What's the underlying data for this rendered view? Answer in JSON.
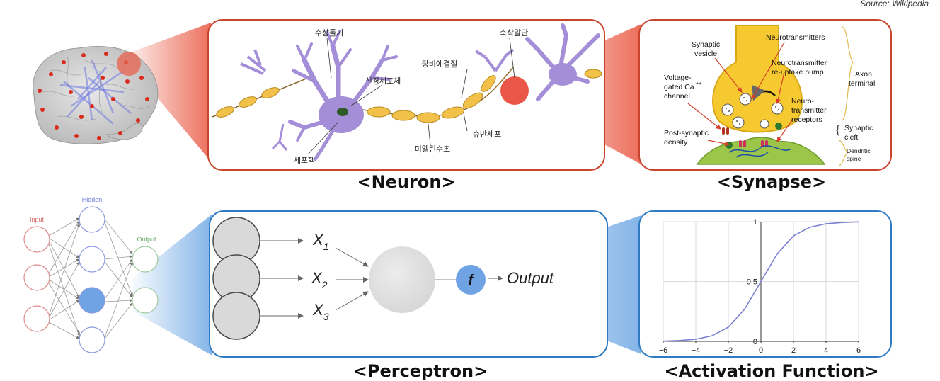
{
  "source": "Source: Wikipedia",
  "captions": {
    "neuron": "<Neuron>",
    "synapse": "<Synapse>",
    "perceptron": "<Perceptron>",
    "activation": "<Activation Function>"
  },
  "neuron_labels": {
    "dendrite": "수상돌기",
    "axon_terminal": "축삭말단",
    "node_of_ranvier": "랑비에결절",
    "cell_body": "신경세포체",
    "schwann_cell": "슈반세포",
    "myelin_sheath": "미엘린수초",
    "nucleus": "세포핵"
  },
  "synapse_labels": {
    "synaptic_vesicle_1": "Synaptic",
    "synaptic_vesicle_2": "vesicle",
    "neurotransmitters": "Neurotransmitters",
    "reuptake_1": "Neurotransmitter",
    "reuptake_2": "re-uptake pump",
    "axon_terminal_1": "Axon",
    "axon_terminal_2": "terminal",
    "voltage_1": "Voltage-",
    "voltage_2": "gated Ca",
    "voltage_sup": "++",
    "voltage_3": "channel",
    "receptors_1": "Neuro-",
    "receptors_2": "transmitter",
    "receptors_3": "receptors",
    "cleft_1": "Synaptic",
    "cleft_2": "cleft",
    "density_1": "Post-synaptic",
    "density_2": "density",
    "spine_1": "Dendritic",
    "spine_2": "spine"
  },
  "network_labels": {
    "input": "Input",
    "hidden": "Hidden",
    "output": "Output"
  },
  "perceptron": {
    "inputs": [
      "X",
      "X",
      "X"
    ],
    "subscripts": [
      "1",
      "2",
      "3"
    ],
    "activation_symbol": "f",
    "output": "Output"
  },
  "colors": {
    "neuron_border": "#c9442c",
    "perceptron_border": "#2e7bc4",
    "dendrite": "#a48ed8",
    "myelin": "#f2c14a",
    "axon_bulb": "#f7c930",
    "highlight": "#e84433",
    "hidden_active": "#6fa3e4",
    "sigmoid": "#7a7ed0"
  },
  "chart_data": {
    "type": "line",
    "title": "",
    "xlabel": "",
    "ylabel": "",
    "xlim": [
      -6,
      6
    ],
    "ylim": [
      0,
      1
    ],
    "xticks": [
      "−6",
      "−4",
      "−2",
      "0",
      "2",
      "4",
      "6"
    ],
    "yticks": [
      "0",
      "0.5",
      "1"
    ],
    "grid": true,
    "series": [
      {
        "x": [
          -6,
          -5,
          -4,
          -3,
          -2,
          -1,
          0,
          1,
          2,
          3,
          4,
          5,
          6
        ],
        "y": [
          0.002,
          0.007,
          0.018,
          0.047,
          0.119,
          0.269,
          0.5,
          0.731,
          0.881,
          0.953,
          0.982,
          0.993,
          0.998
        ]
      }
    ]
  }
}
